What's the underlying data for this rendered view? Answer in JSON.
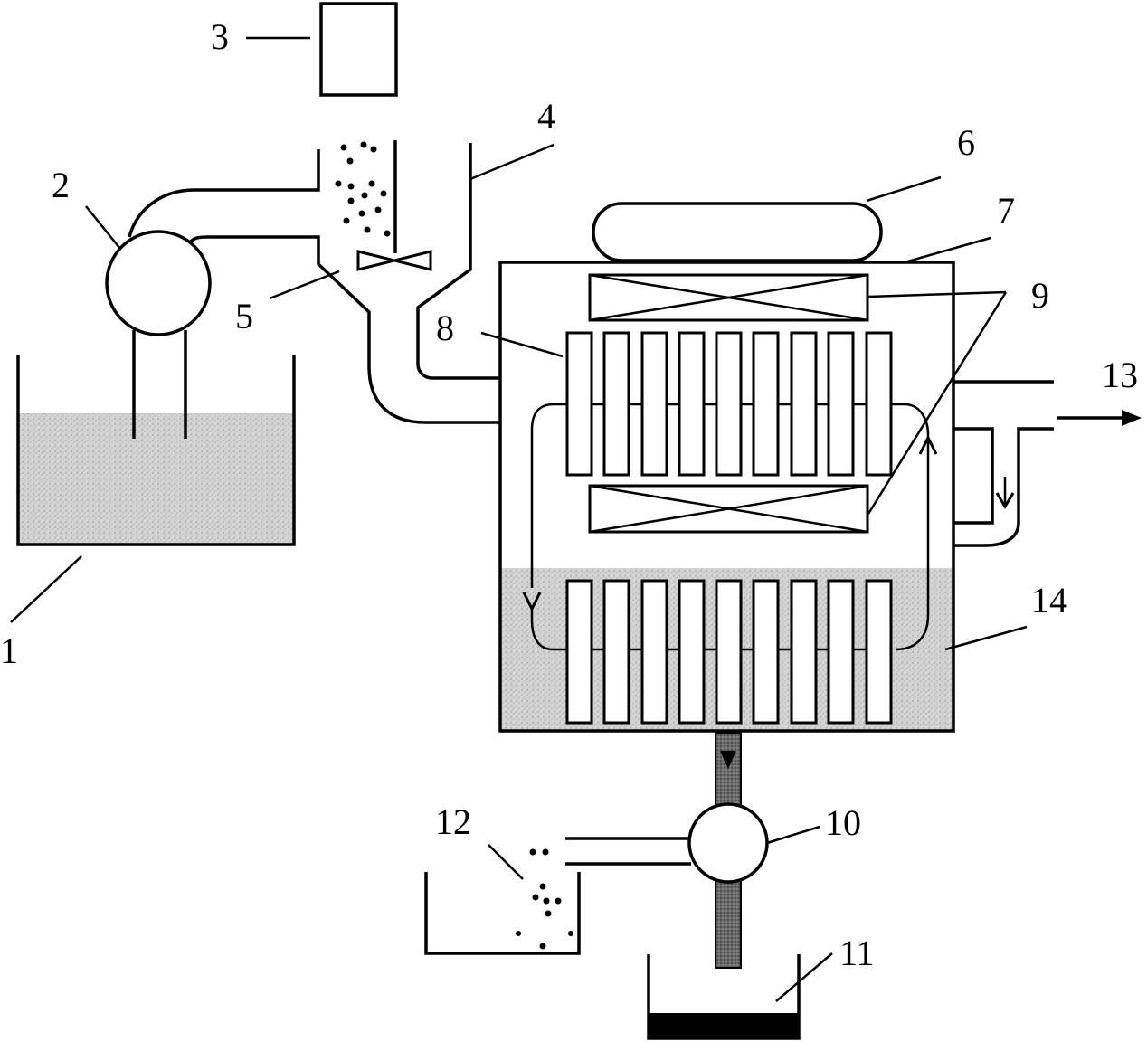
{
  "labels": {
    "l1": "1",
    "l2": "2",
    "l3": "3",
    "l4": "4",
    "l5": "5",
    "l6": "6",
    "l7": "7",
    "l8": "8",
    "l9": "9",
    "l10": "10",
    "l11": "11",
    "l12": "12",
    "l13": "13",
    "l14": "14"
  },
  "colors": {
    "liquid": "#c8c8c8",
    "pipe_dark": "#555555",
    "sludge": "#000000",
    "line": "#000000"
  }
}
